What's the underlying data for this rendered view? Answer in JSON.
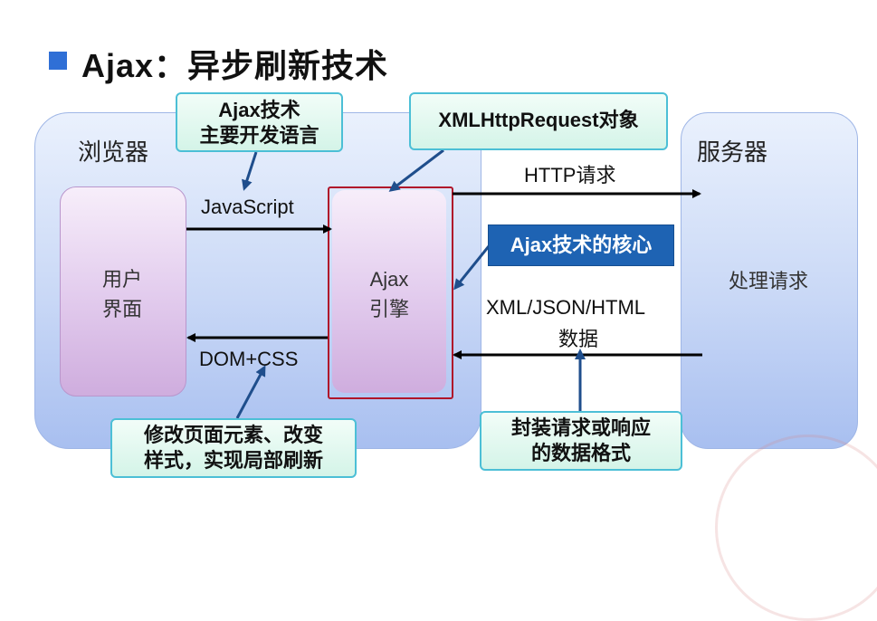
{
  "title": "Ajax：异步刷新技术",
  "browser": {
    "label": "浏览器"
  },
  "server": {
    "label": "服务器",
    "process": "处理请求"
  },
  "ui": {
    "line1": "用户",
    "line2": "界面"
  },
  "engine": {
    "line1": "Ajax",
    "line2": "引擎"
  },
  "flows": {
    "javascript": "JavaScript",
    "dom_css": "DOM+CSS",
    "http_request": "HTTP请求",
    "response_formats": "XML/JSON/HTML",
    "response_data": "数据"
  },
  "callouts": {
    "ajax_language": {
      "line1": "Ajax技术",
      "line2": "主要开发语言"
    },
    "xhr": "XMLHttpRequest对象",
    "core": "Ajax技术的核心",
    "modify": {
      "line1": "修改页面元素、改变",
      "line2": "样式，实现局部刷新"
    },
    "package": {
      "line1": "封装请求或响应",
      "line2": "的数据格式"
    }
  },
  "colors": {
    "title_bullet": "#2f6fd6",
    "engine_outline": "#b0152a",
    "core_callout": "#1e63b3",
    "callout_border": "#4cbfd6",
    "pointer": "#1f4e8c"
  }
}
